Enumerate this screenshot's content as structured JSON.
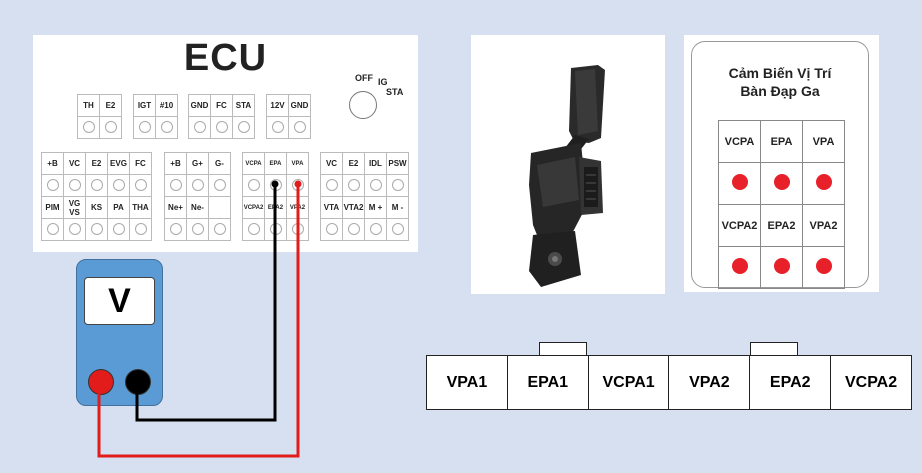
{
  "ecu": {
    "title": "ECU",
    "switch": {
      "off": "OFF",
      "ig": "IG",
      "sta": "STA"
    },
    "top_groups": [
      [
        "TH",
        "E2"
      ],
      [
        "IGT",
        "#10"
      ],
      [
        "GND",
        "FC",
        "STA"
      ],
      [
        "12V",
        "GND"
      ]
    ],
    "bottom_groups": [
      {
        "row1": [
          "+B",
          "VC",
          "E2",
          "EVG",
          "FC"
        ],
        "row2": [
          "PIM",
          "VG VS",
          "KS",
          "PA",
          "THA"
        ]
      },
      {
        "row1": [
          "+B",
          "G+",
          "G-"
        ],
        "row2": [
          "Ne+",
          "Ne-",
          ""
        ]
      },
      {
        "row1": [
          "VCPA",
          "EPA",
          "VPA"
        ],
        "row2": [
          "VCPA2",
          "EPA2",
          "VPA2"
        ]
      },
      {
        "row1": [
          "VC",
          "E2",
          "IDL",
          "PSW"
        ],
        "row2": [
          "VTA",
          "VTA2",
          "M +",
          "M -"
        ]
      }
    ]
  },
  "meter": {
    "label": "V"
  },
  "card": {
    "title_line1": "Cảm Biến Vị Trí",
    "title_line2": "Bàn Đạp Ga",
    "row1": [
      "VCPA",
      "EPA",
      "VPA"
    ],
    "row2": [
      "VCPA2",
      "EPA2",
      "VPA2"
    ]
  },
  "connector": {
    "pins": [
      "VPA1",
      "EPA1",
      "VCPA1",
      "VPA2",
      "EPA2",
      "VCPA2"
    ]
  },
  "colors": {
    "positive_wire": "#e21b1b",
    "negative_wire": "#000000",
    "meter_body": "#5b9bd5",
    "background": "#d6e0f1"
  }
}
